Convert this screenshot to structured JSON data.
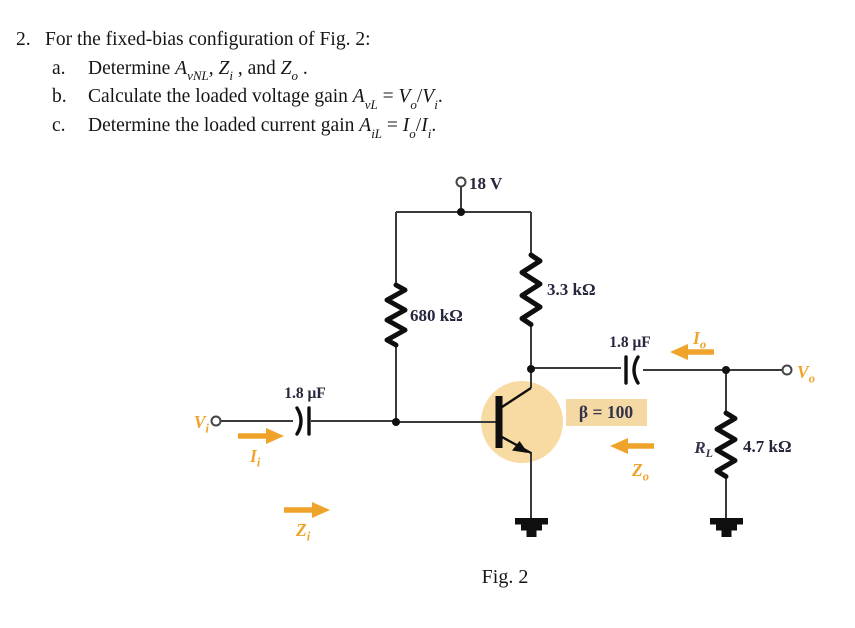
{
  "problem": {
    "number": "2.",
    "intro": "For the fixed-bias configuration of Fig. 2:",
    "items": [
      {
        "letter": "a.",
        "segments": [
          {
            "t": "Determine "
          },
          {
            "i": "A",
            "sub": "vNL"
          },
          {
            "t": ", "
          },
          {
            "i": "Z",
            "sub": "i"
          },
          {
            "t": " , and "
          },
          {
            "i": "Z",
            "sub": "o"
          },
          {
            "t": " ."
          }
        ]
      },
      {
        "letter": "b.",
        "segments": [
          {
            "t": "Calculate the loaded voltage gain "
          },
          {
            "i": "A",
            "sub": "vL"
          },
          {
            "t": " = "
          },
          {
            "i": "V",
            "sub": "o"
          },
          {
            "t": "/"
          },
          {
            "i": "V",
            "sub": "i"
          },
          {
            "t": "."
          }
        ]
      },
      {
        "letter": "c.",
        "segments": [
          {
            "t": "Determine the loaded current gain "
          },
          {
            "i": "A",
            "sub": "iL"
          },
          {
            "t": " = "
          },
          {
            "i": "I",
            "sub": "o"
          },
          {
            "t": "/"
          },
          {
            "i": "I",
            "sub": "i"
          },
          {
            "t": "."
          }
        ]
      }
    ]
  },
  "circuit": {
    "supply_label": "18 V",
    "rb_label": "680 kΩ",
    "rc_label": "3.3 kΩ",
    "cap_in_label": "1.8 μF",
    "cap_out_label": "1.8 μF",
    "beta_label": "β = 100",
    "rl_name": {
      "main": "R",
      "sub": "L"
    },
    "rl_value": "4.7 kΩ",
    "vi": {
      "main": "V",
      "sub": "i"
    },
    "ii": {
      "main": "I",
      "sub": "i"
    },
    "zi": {
      "main": "Z",
      "sub": "i"
    },
    "io": {
      "main": "I",
      "sub": "o"
    },
    "vo": {
      "main": "V",
      "sub": "o"
    },
    "zo": {
      "main": "Z",
      "sub": "o"
    }
  },
  "caption": "Fig. 2",
  "colors": {
    "accent_orange": "#F0A32A",
    "transistor_fill": "#F7DBA2",
    "beta_box_fill": "#F5D9A4",
    "component_label": "#26263C",
    "wire": "#3A3A3A",
    "ink": "#0F0F0F"
  }
}
